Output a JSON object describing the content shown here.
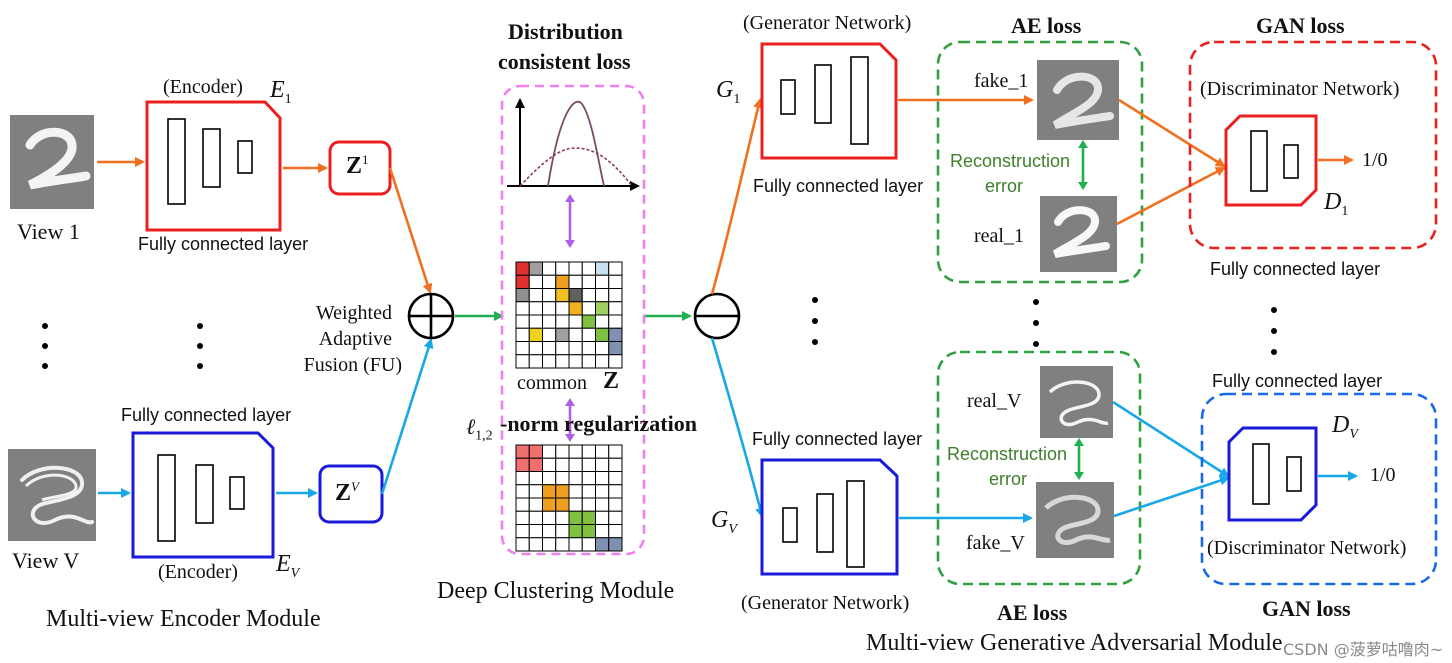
{
  "labels": {
    "view1": "View 1",
    "viewV": "View V",
    "encoder_top": "(Encoder)",
    "encoder_bottom": "(Encoder)",
    "E1_base": "E",
    "E1_sub": "1",
    "EV_base": "E",
    "EV_sub": "V",
    "fc_encoder1": "Fully connected layer",
    "fc_encoderV": "Fully connected layer",
    "z1_base": "Z",
    "z1_sup": "1",
    "zV_base": "Z",
    "zV_sup": "V",
    "fusion_line1": "Weighted",
    "fusion_line2": "Adaptive",
    "fusion_line3": "Fusion (FU)",
    "dist_loss_line1": "Distribution",
    "dist_loss_line2": "consistent loss",
    "common_label": "common",
    "common_Z": "Z",
    "l12_base": "ℓ",
    "l12_sub": "1,2",
    "norm_reg": "-norm  regularization",
    "deep_clustering_module": "Deep Clustering Module",
    "multiview_encoder_module": "Multi-view Encoder Module",
    "gen_network_top": "(Generator Network)",
    "gen_network_bottom": "(Generator Network)",
    "G1_base": "G",
    "G1_sub": "1",
    "GV_base": "G",
    "GV_sub": "V",
    "fc_gen1": "Fully connected layer",
    "fc_genV": "Fully connected layer",
    "ae_loss_top": "AE loss",
    "ae_loss_bottom": "AE loss",
    "fake_1": "fake_1",
    "real_1": "real_1",
    "real_V": "real_V",
    "fake_V": "fake_V",
    "recon_error_top_1": "Reconstruction",
    "recon_error_top_2": "error",
    "recon_error_bottom_1": "Reconstruction",
    "recon_error_bottom_2": "error",
    "gan_loss_top": "GAN loss",
    "gan_loss_bottom": "GAN loss",
    "disc_network_top": "(Discriminator Network)",
    "disc_network_bottom": "(Discriminator Network)",
    "D1_base": "D",
    "D1_sub": "1",
    "DV_base": "D",
    "DV_sub": "V",
    "fc_disc1": "Fully connected layer",
    "fc_discV": "Fully connected layer",
    "out_top": "1/0",
    "out_bottom": "1/0",
    "multiview_gan_module": "Multi-view Generative Adversarial Module",
    "watermark": "CSDN @菠萝咕噜肉~"
  },
  "colors": {
    "red": "#e8201e",
    "blue": "#1a1ad8",
    "orange": "#f07020",
    "cyan": "#18a8e8",
    "green_arrow": "#20b050",
    "green_dash": "#30a040",
    "pink_dash": "#f080f0",
    "purple_arrow": "#b060e8"
  },
  "matrix_colored_cells": {
    "top": [
      "0,0:#e03030",
      "0,1:#a0a0a0",
      "1,0:#e03030",
      "0,6:#c8e0f0",
      "1,3:#f0a020",
      "2,0:#909090",
      "2,3:#f0c020",
      "2,4:#606060",
      "3,4:#f0b020",
      "4,5:#80c040",
      "3,6:#a0d060",
      "5,1:#f0d020",
      "5,3:#a0a0a0",
      "5,6:#80c040",
      "6,7:#8090b0",
      "5,7:#8090b0"
    ],
    "bottom": [
      "0,0:#f07070",
      "0,1:#f07070",
      "1,0:#f07070",
      "1,1:#f07070",
      "3,2:#f0a020",
      "3,3:#f0a020",
      "4,2:#f0a020",
      "4,3:#f0a020",
      "5,4:#80c040",
      "5,5:#80c040",
      "6,4:#80c040",
      "6,5:#80c040",
      "7,6:#8090b0",
      "7,7:#8090b0"
    ]
  }
}
